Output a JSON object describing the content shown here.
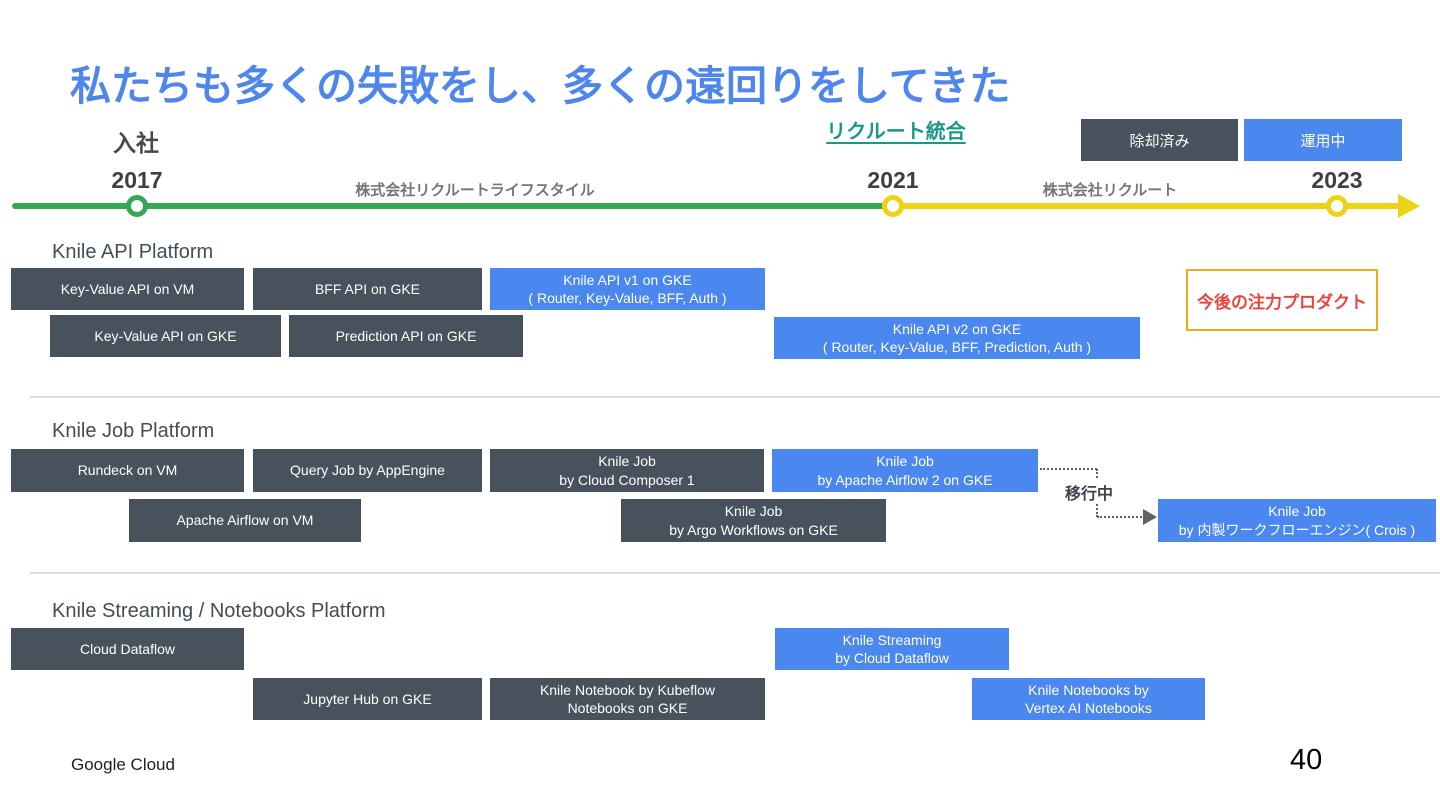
{
  "slide": {
    "title": "私たちも多くの失敗をし、多くの遠回りをしてきた",
    "footer_brand": "Google Cloud",
    "page_number": "40"
  },
  "timeline": {
    "joined_label": "入社",
    "integration_link": "リクルート統合",
    "year_start": "2017",
    "year_mid": "2021",
    "year_end": "2023",
    "era1_label": "株式会社リクルートライフスタイル",
    "era2_label": "株式会社リクルート",
    "era1_color": "#34a853",
    "era2_color": "#edd215"
  },
  "legend": {
    "retired_label": "除却済み",
    "active_label": "運用中",
    "retired_color": "#47525d",
    "active_color": "#4a87ee"
  },
  "annotations": {
    "focus_note": "今後の注力プロダクト",
    "focus_note_color": "#e8453c",
    "focus_border_color": "#f0ab19",
    "migration_label": "移行中"
  },
  "sections": [
    {
      "name": "Knile API Platform",
      "boxes": [
        {
          "label": "Key-Value API on VM",
          "status": "retired"
        },
        {
          "label": "BFF API on GKE",
          "status": "retired"
        },
        {
          "label": "Knile API v1 on GKE\n( Router, Key-Value, BFF, Auth )",
          "status": "active"
        },
        {
          "label": "Key-Value API on GKE",
          "status": "retired"
        },
        {
          "label": "Prediction API on GKE",
          "status": "retired"
        },
        {
          "label": "Knile API v2 on GKE\n( Router, Key-Value, BFF, Prediction, Auth )",
          "status": "active"
        }
      ]
    },
    {
      "name": "Knile Job Platform",
      "boxes": [
        {
          "label": "Rundeck on VM",
          "status": "retired"
        },
        {
          "label": "Query Job by AppEngine",
          "status": "retired"
        },
        {
          "label": "Knile Job\nby Cloud Composer 1",
          "status": "retired"
        },
        {
          "label": "Knile Job\nby Apache Airflow 2 on GKE",
          "status": "active"
        },
        {
          "label": "Apache Airflow on VM",
          "status": "retired"
        },
        {
          "label": "Knile Job\nby Argo Workflows on GKE",
          "status": "retired"
        },
        {
          "label": "Knile Job\nby 内製ワークフローエンジン( Crois )",
          "status": "active"
        }
      ]
    },
    {
      "name": "Knile Streaming / Notebooks Platform",
      "boxes": [
        {
          "label": "Cloud Dataflow",
          "status": "retired"
        },
        {
          "label": "Knile Streaming\nby Cloud Dataflow",
          "status": "active"
        },
        {
          "label": "Jupyter Hub on GKE",
          "status": "retired"
        },
        {
          "label": "Knile Notebook by Kubeflow\nNotebooks on GKE",
          "status": "retired"
        },
        {
          "label": "Knile Notebooks by\nVertex AI Notebooks",
          "status": "active"
        }
      ]
    }
  ]
}
